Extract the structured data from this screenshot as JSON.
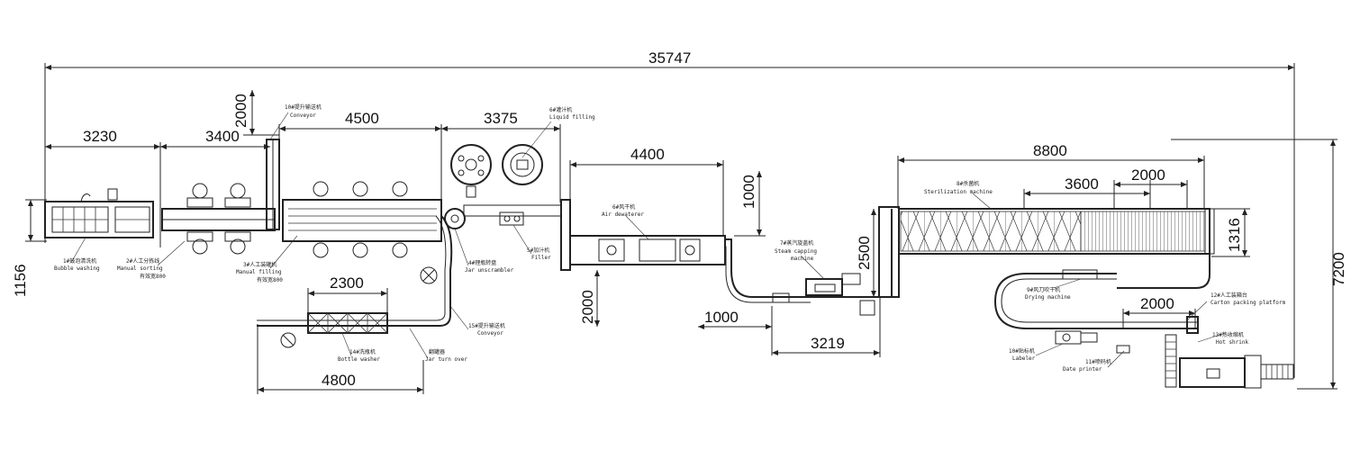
{
  "dimensions": {
    "overall_length": "35747",
    "overall_height": "7200",
    "d3230": "3230",
    "d3400": "3400",
    "d2000_riser": "2000",
    "d4500": "4500",
    "d3375": "3375",
    "d1156": "1156",
    "d2300": "2300",
    "d4800": "4800",
    "d4400": "4400",
    "d1000_v": "1000",
    "d2000_v": "2000",
    "d1000_h": "1000",
    "d2500": "2500",
    "d3219": "3219",
    "d8800": "8800",
    "d3600": "3600",
    "d2000_top": "2000",
    "d1316": "1316",
    "d2000_bottom": "2000"
  },
  "labels": {
    "bubble_washing_cn": "1#鼓泡清洗机",
    "bubble_washing_en": "Bubble washing",
    "manual_sorting_cn": "2#人工分拣线",
    "manual_sorting_en": "Manual sorting",
    "manual_sorting_sub": "有效宽800",
    "conveyor_top_cn": "10#提升输送机",
    "conveyor_top_en": "Conveyor",
    "manual_filling_cn": "3#人工装罐机",
    "manual_filling_en": "Manual filling",
    "manual_filling_sub": "有效宽800",
    "liquid_filling_cn": "6#灌汁机",
    "liquid_filling_en": "Liquid filling",
    "jar_unscrambler_cn": "4#理瓶转盘",
    "jar_unscrambler_en": "Jar unscrambler",
    "filler_cn": "5#加汁机",
    "filler_en": "Filler",
    "air_dewater_cn": "6#风干机",
    "air_dewater_en": "Air dewaterer",
    "conveyor_bottom_cn": "15#提升输送机",
    "conveyor_bottom_en": "Conveyor",
    "bottle_washer_cn": "14#洗瓶机",
    "bottle_washer_en": "Bottle washer",
    "jar_turn_cn": "翻罐器",
    "jar_turn_en": "Jar turn over",
    "steam_capping_cn": "7#蒸汽旋盖机",
    "steam_capping_en": "Steam capping",
    "steam_capping_en2": "machine",
    "sterilization_cn": "8#杀菌机",
    "sterilization_en": "Sterilization machine",
    "drying_cn": "9#风刀吹干机",
    "drying_en": "Drying machine",
    "carton_cn": "12#人工装箱台",
    "carton_en": "Carton packing platform",
    "labeler_cn": "10#贴标机",
    "labeler_en": "Labeler",
    "date_printer_cn": "11#喷码机",
    "date_printer_en": "Date printer",
    "hot_shrink_cn": "13#热收缩机",
    "hot_shrink_en": "Hot shrink"
  }
}
